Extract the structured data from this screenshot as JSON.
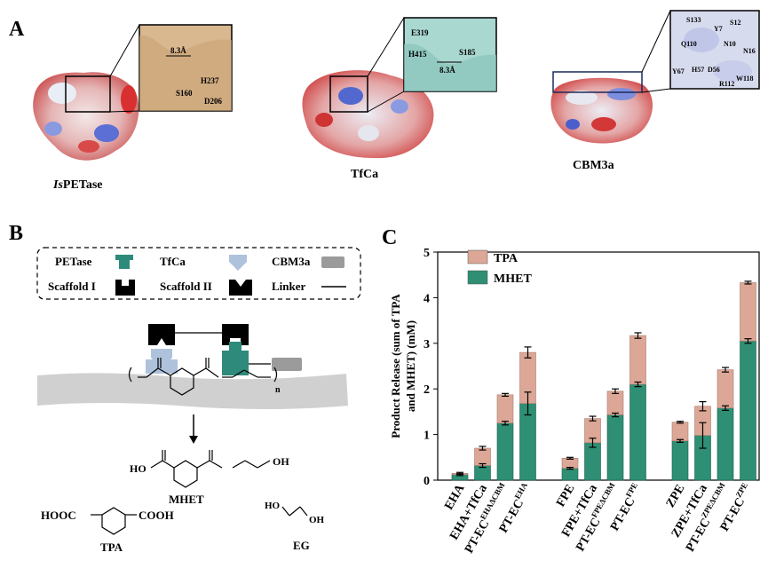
{
  "panels": {
    "a": {
      "letter": "A",
      "proteins": [
        {
          "name_prefix": "Is",
          "name_rest": "PETase",
          "residues": [
            "8.3Å",
            "H237",
            "D206",
            "S160"
          ]
        },
        {
          "name_prefix": "",
          "name_rest": "TfCa",
          "residues": [
            "E319",
            "S185",
            "H415",
            "8.3Å"
          ]
        },
        {
          "name_prefix": "",
          "name_rest": "CBM3a",
          "residues": [
            "S133",
            "S12",
            "Y7",
            "Q110",
            "N10",
            "N16",
            "Y67",
            "H57",
            "D56",
            "W118",
            "R112"
          ]
        }
      ]
    },
    "b": {
      "letter": "B",
      "legend": {
        "petase": "PETase",
        "tfca": "TfCa",
        "cbm3a": "CBM3a",
        "scaffold1": "Scaffold I",
        "scaffold2": "Scaffold II",
        "linker": "Linker"
      },
      "subscript_n": "n",
      "mhet": "MHET",
      "tpa": "TPA",
      "eg": "EG",
      "ho_mhet": "HO",
      "oh_mhet": "OH",
      "hooc": "HOOC",
      "cooh": "COOH",
      "ho_eg": "HO",
      "oh_eg": "OH"
    },
    "c": {
      "letter": "C",
      "colors": {
        "tpa": "#dca796",
        "mhet": "#2e8f74"
      }
    }
  },
  "chart_data": {
    "type": "bar",
    "stacked": true,
    "ylabel_line1": "Product Release (sum of TPA",
    "ylabel_line2": "and MHET) (mM)",
    "ylim": [
      0,
      5
    ],
    "yticks": [
      0,
      1,
      2,
      3,
      4,
      5
    ],
    "legend_position": "top-left",
    "categories": [
      {
        "base": "EHA",
        "sup": ""
      },
      {
        "base": "EHA+TfCa",
        "sup": ""
      },
      {
        "base": "PT-EC",
        "sup": "EHAΔCBM"
      },
      {
        "base": "PT-EC",
        "sup": "EHA"
      },
      {
        "base": "FPE",
        "sup": ""
      },
      {
        "base": "FPE+TfCa",
        "sup": ""
      },
      {
        "base": "PT-EC",
        "sup": "FPEΔCBM"
      },
      {
        "base": "PT-EC",
        "sup": "FPE"
      },
      {
        "base": "ZPE",
        "sup": ""
      },
      {
        "base": "ZPE+TfCa",
        "sup": ""
      },
      {
        "base": "PT-EC",
        "sup": "ZPEΔCBM"
      },
      {
        "base": "PT-EC",
        "sup": "ZPE"
      }
    ],
    "series": [
      {
        "name": "MHET",
        "values": [
          0.12,
          0.32,
          1.25,
          1.68,
          0.26,
          0.82,
          1.43,
          2.1,
          0.86,
          0.98,
          1.58,
          3.05
        ],
        "errors": [
          0.02,
          0.04,
          0.04,
          0.25,
          0.02,
          0.1,
          0.04,
          0.05,
          0.03,
          0.28,
          0.05,
          0.05
        ]
      },
      {
        "name": "TPA",
        "values": [
          0.03,
          0.38,
          0.62,
          1.12,
          0.22,
          0.53,
          0.52,
          1.07,
          0.41,
          0.64,
          0.84,
          1.28
        ],
        "errors": [
          0.02,
          0.04,
          0.03,
          0.12,
          0.02,
          0.05,
          0.05,
          0.06,
          0.02,
          0.1,
          0.05,
          0.03
        ]
      }
    ]
  }
}
